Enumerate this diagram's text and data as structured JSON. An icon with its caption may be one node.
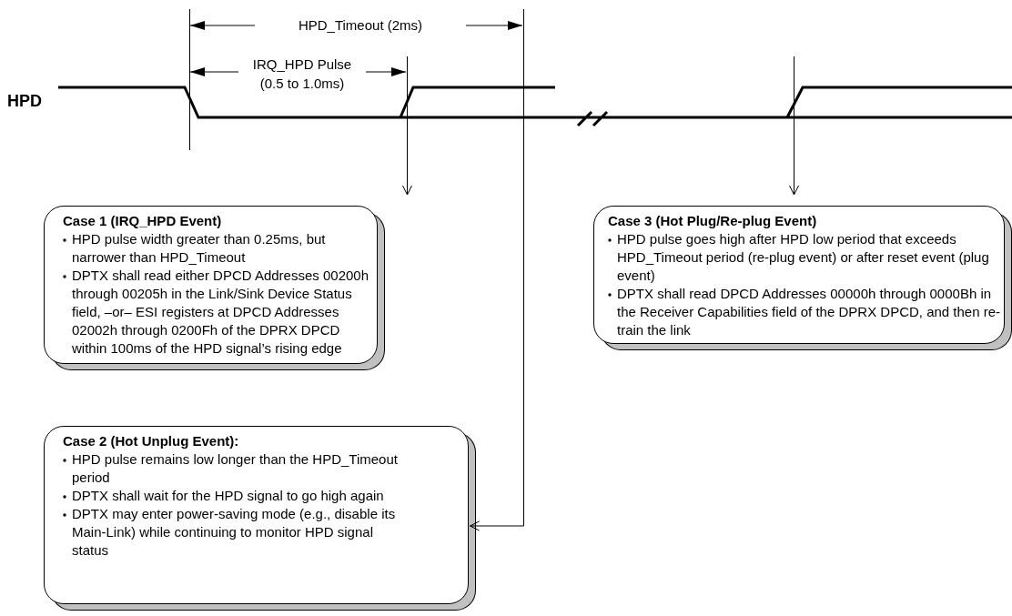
{
  "diagram": {
    "nodes": [
      {
        "text": [
          "Case 1 (IRQ_HPD Event)",
          "HPD pulse width greater than 0.25ms, but narrower than HPD_Timeout",
          "DPTX shall read either DPCD Addresses 00200h through 00205h in the Link/Sink Device Status field, –or– ESI registers at DPCD Addresses 02002h through 0200Fh of the DPRX DPCD within 100ms of the HPD signal’s rising edge"
        ]
      },
      {
        "text": [
          "Case 3 (Hot Plug/Re-plug Event)",
          "HPD pulse goes high after HPD low period that exceeds HPD_Timeout period (re-plug event) or after reset event (plug event)",
          "DPTX shall read DPCD Addresses 00000h through 0000Bh in the Receiver Capabilities field of the DPRX DPCD, and then re-train the link"
        ]
      },
      {
        "text": [
          "Case 2 (Hot Unplug Event):",
          "HPD pulse remains low longer than the HPD_Timeout period",
          "DPTX shall wait for the HPD signal to go high again",
          "DPTX may enter power-saving mode (e.g., disable its Main-Link) while continuing to monitor HPD signal status"
        ]
      }
    ],
    "edges": [
      {
        "from": null,
        "to": 0,
        "arrow": "to"
      },
      {
        "from": null,
        "to": 2,
        "arrow": "to"
      },
      {
        "from": null,
        "to": 1,
        "arrow": "to"
      }
    ],
    "labels": [
      "HPD_Timeout (2ms)",
      "IRQ_HPD Pulse (0.5 to 1.0ms)",
      "HPD"
    ]
  }
}
